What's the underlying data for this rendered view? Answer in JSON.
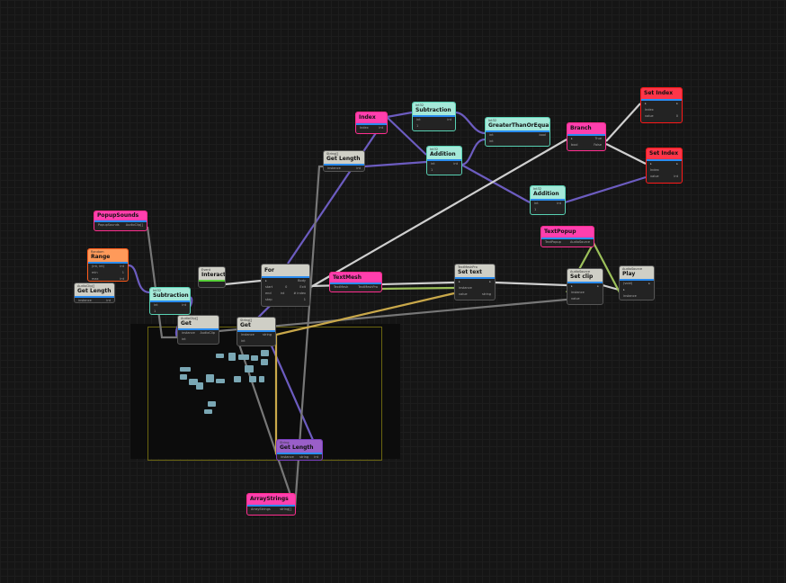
{
  "nodes": {
    "popup_sounds": {
      "title": "PopupSounds",
      "field": "PopupSounds",
      "out": "AudioClip[]"
    },
    "range": {
      "sub": "Random",
      "title": "Range",
      "field": "(int, int)",
      "out": "int",
      "min": "min",
      "min_val": "1",
      "max": "max",
      "max_val": "int"
    },
    "get_length_clips": {
      "sub": "AudioClip[]",
      "title": "Get Length",
      "in": "instance",
      "out": "int"
    },
    "subtraction1": {
      "sub": "Int32",
      "title": "Subtraction",
      "a": "int",
      "b_val": "1",
      "out": "int"
    },
    "interact": {
      "sub": "Event",
      "title": "Interact"
    },
    "for": {
      "title": "For",
      "body": "Body",
      "exit": "Exit",
      "start": "start",
      "start_val": "0",
      "end": "end",
      "end_val": "int",
      "step": "step",
      "step_val": "1",
      "index": "# index"
    },
    "get_clip": {
      "sub": "AudioClip[]",
      "title": "Get",
      "in": "instance",
      "idx": "int",
      "out": "AudioClip"
    },
    "get_string": {
      "sub": "String[]",
      "title": "Get",
      "in": "instance",
      "idx": "int",
      "out": "string"
    },
    "get_length_strings": {
      "sub": "String[]",
      "title": "Get Length",
      "in": "instance",
      "out": "int"
    },
    "index": {
      "title": "Index",
      "field": "Index",
      "out": "int"
    },
    "subtraction2": {
      "sub": "Int32",
      "title": "Subtraction",
      "a": "int",
      "b_val": "1",
      "out": "int"
    },
    "addition1": {
      "sub": "Int32",
      "title": "Addition",
      "a": "int",
      "b_val": "1",
      "out": "int"
    },
    "gte": {
      "sub": "Int32",
      "title": "GreaterThanOrEqual",
      "a": "int",
      "b": "int",
      "out": "bool"
    },
    "branch": {
      "title": "Branch",
      "true": "True",
      "false": "False",
      "in": "bool"
    },
    "set_index1": {
      "title": "Set Index",
      "field": "Index",
      "value": "value",
      "value_val": "0"
    },
    "set_index2": {
      "title": "Set Index",
      "field": "Index",
      "value": "value",
      "value_val": "int"
    },
    "addition2": {
      "sub": "Int32",
      "title": "Addition",
      "a": "int",
      "b_val": "1",
      "out": "int"
    },
    "textmesh": {
      "title": "TextMesh",
      "field": "TextMesh",
      "out": "TextMeshPro"
    },
    "set_text": {
      "sub": "TextMeshPro",
      "title": "Set text",
      "in": "instance",
      "value": "value",
      "value_type": "string"
    },
    "textpopup": {
      "title": "TextPopup",
      "field": "TextPopup",
      "out": "AudioSource"
    },
    "set_clip": {
      "sub": "AudioSource",
      "title": "Set clip",
      "in": "instance",
      "value": "value"
    },
    "play": {
      "sub": "AudioSource",
      "title": "Play",
      "field": "(void)",
      "in": "instance"
    },
    "get_length_string": {
      "sub": "String",
      "title": "Get Length",
      "in": "instance",
      "in_type": "string",
      "out": "int"
    },
    "array_strings": {
      "title": "ArrayStrings",
      "field": "ArrayStrings",
      "out": "string[]"
    }
  },
  "colors": {
    "int": "#6c5cc0",
    "flow": "#cfcfcf",
    "object": "#777777",
    "string": "#c9a84a",
    "component": "#9cc05a"
  }
}
